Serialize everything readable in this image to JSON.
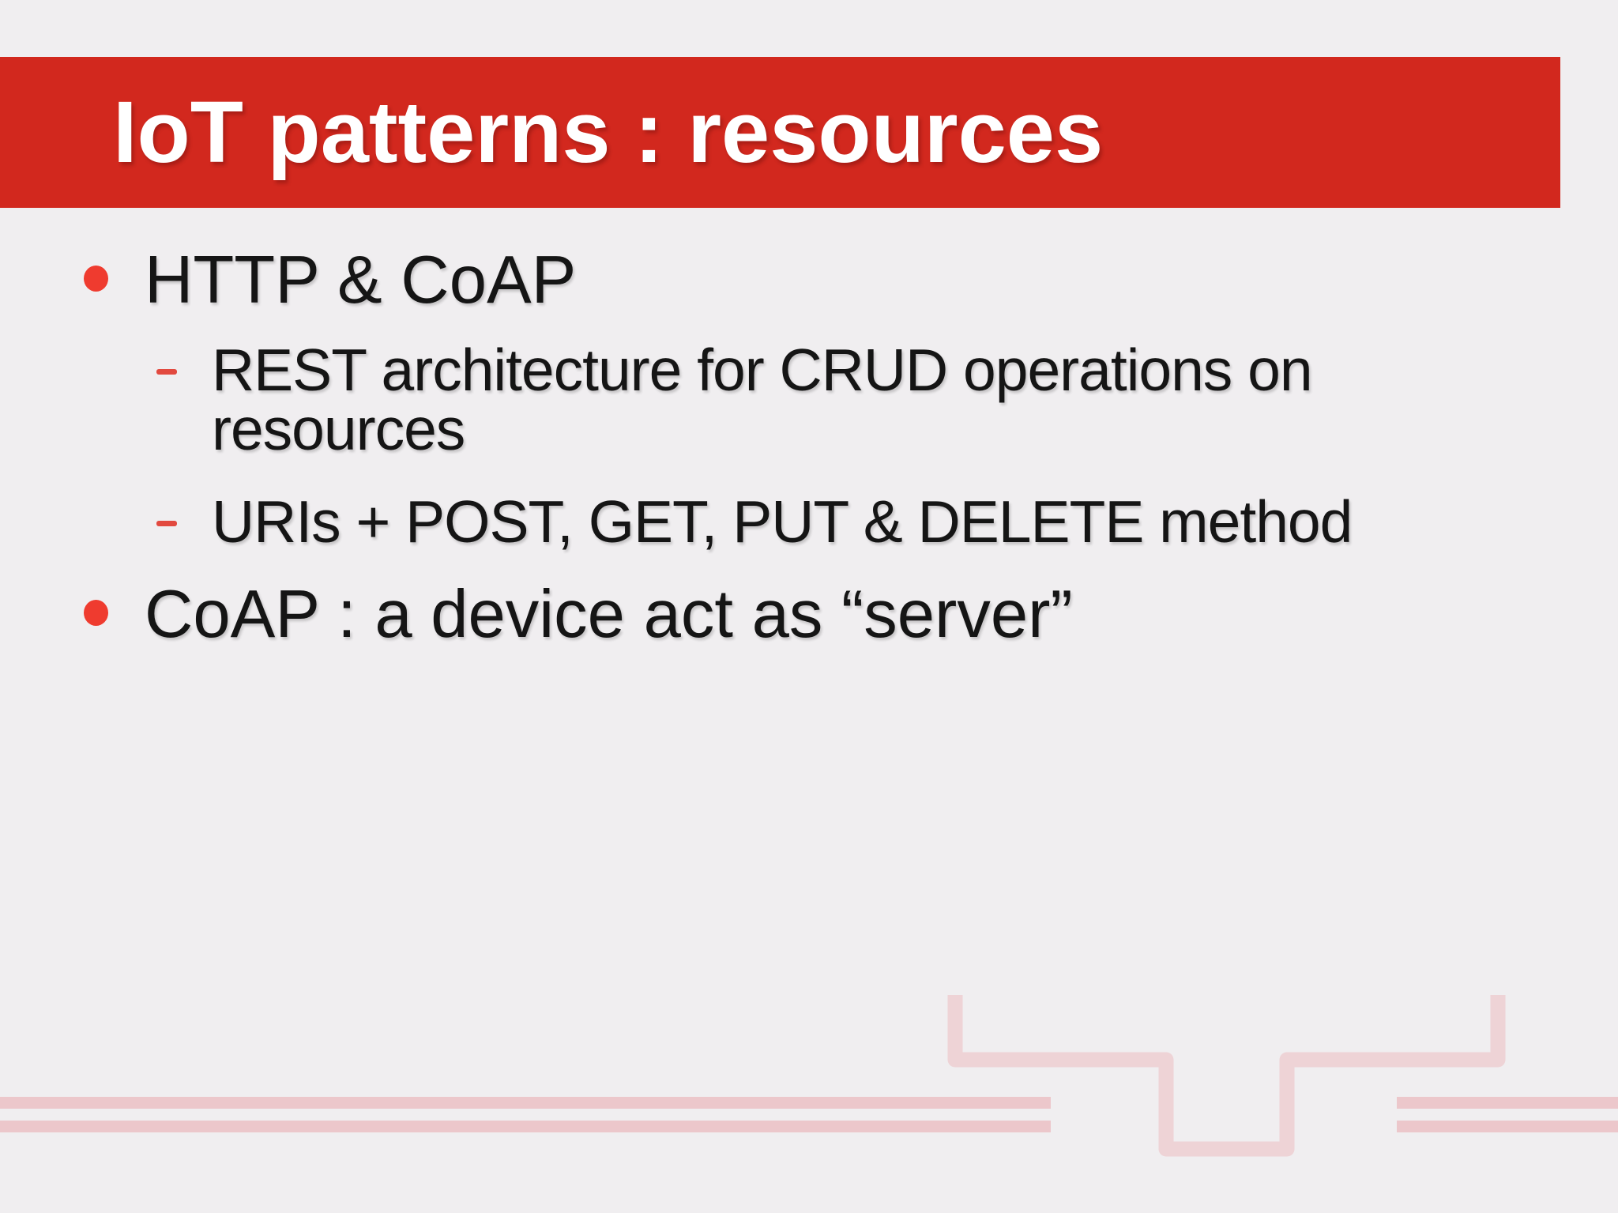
{
  "slide": {
    "title": "IoT patterns : resources",
    "bullets": [
      {
        "text": "HTTP & CoAP",
        "sub_items": [
          {
            "lines": [
              "REST architecture for CRUD operations on",
              "resources"
            ]
          },
          {
            "lines": [
              "URIs + POST, GET, PUT & DELETE method"
            ]
          }
        ]
      },
      {
        "text": "CoAP : a device act as “server”",
        "sub_items": []
      }
    ]
  },
  "icons": {
    "level1_bullet": "red-dot",
    "level2_bullet": "red-dash"
  },
  "colors": {
    "title-bar": "#d2281e",
    "title-text": "#ffffff",
    "body-text": "#151515",
    "bullet-dot": "#ef3b2f",
    "bullet-dash": "#e2493f",
    "background": "#f0eef0",
    "deco-line": "#ecc7cb",
    "deco-staple": "#eed3d6"
  }
}
